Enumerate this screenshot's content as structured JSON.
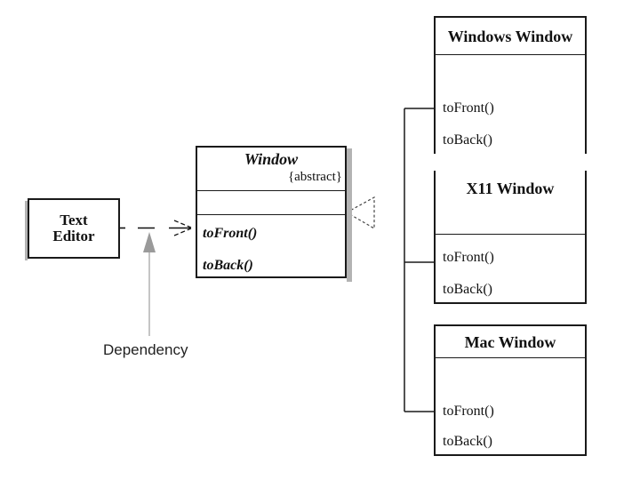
{
  "diagram_type": "uml-class-diagram",
  "dependency": {
    "label": "Dependency"
  },
  "classes": {
    "text_editor": {
      "name_line1": "Text",
      "name_line2": "Editor"
    },
    "window": {
      "name": "Window",
      "stereotype": "{abstract}",
      "operations": [
        "toFront()",
        "toBack()"
      ]
    },
    "windows_window": {
      "name": "Windows Window",
      "operations": [
        "toFront()",
        "toBack()"
      ]
    },
    "x11_window": {
      "name": "X11 Window",
      "operations": [
        "toFront()",
        "toBack()"
      ]
    },
    "mac_window": {
      "name": "Mac Window",
      "operations": [
        "toFront()",
        "toBack()"
      ]
    }
  },
  "colors": {
    "line": "#1a1a1a",
    "box_shadow": "#b3b3b3",
    "dependency_arrow": "#9a9a9a",
    "background": "#ffffff"
  }
}
